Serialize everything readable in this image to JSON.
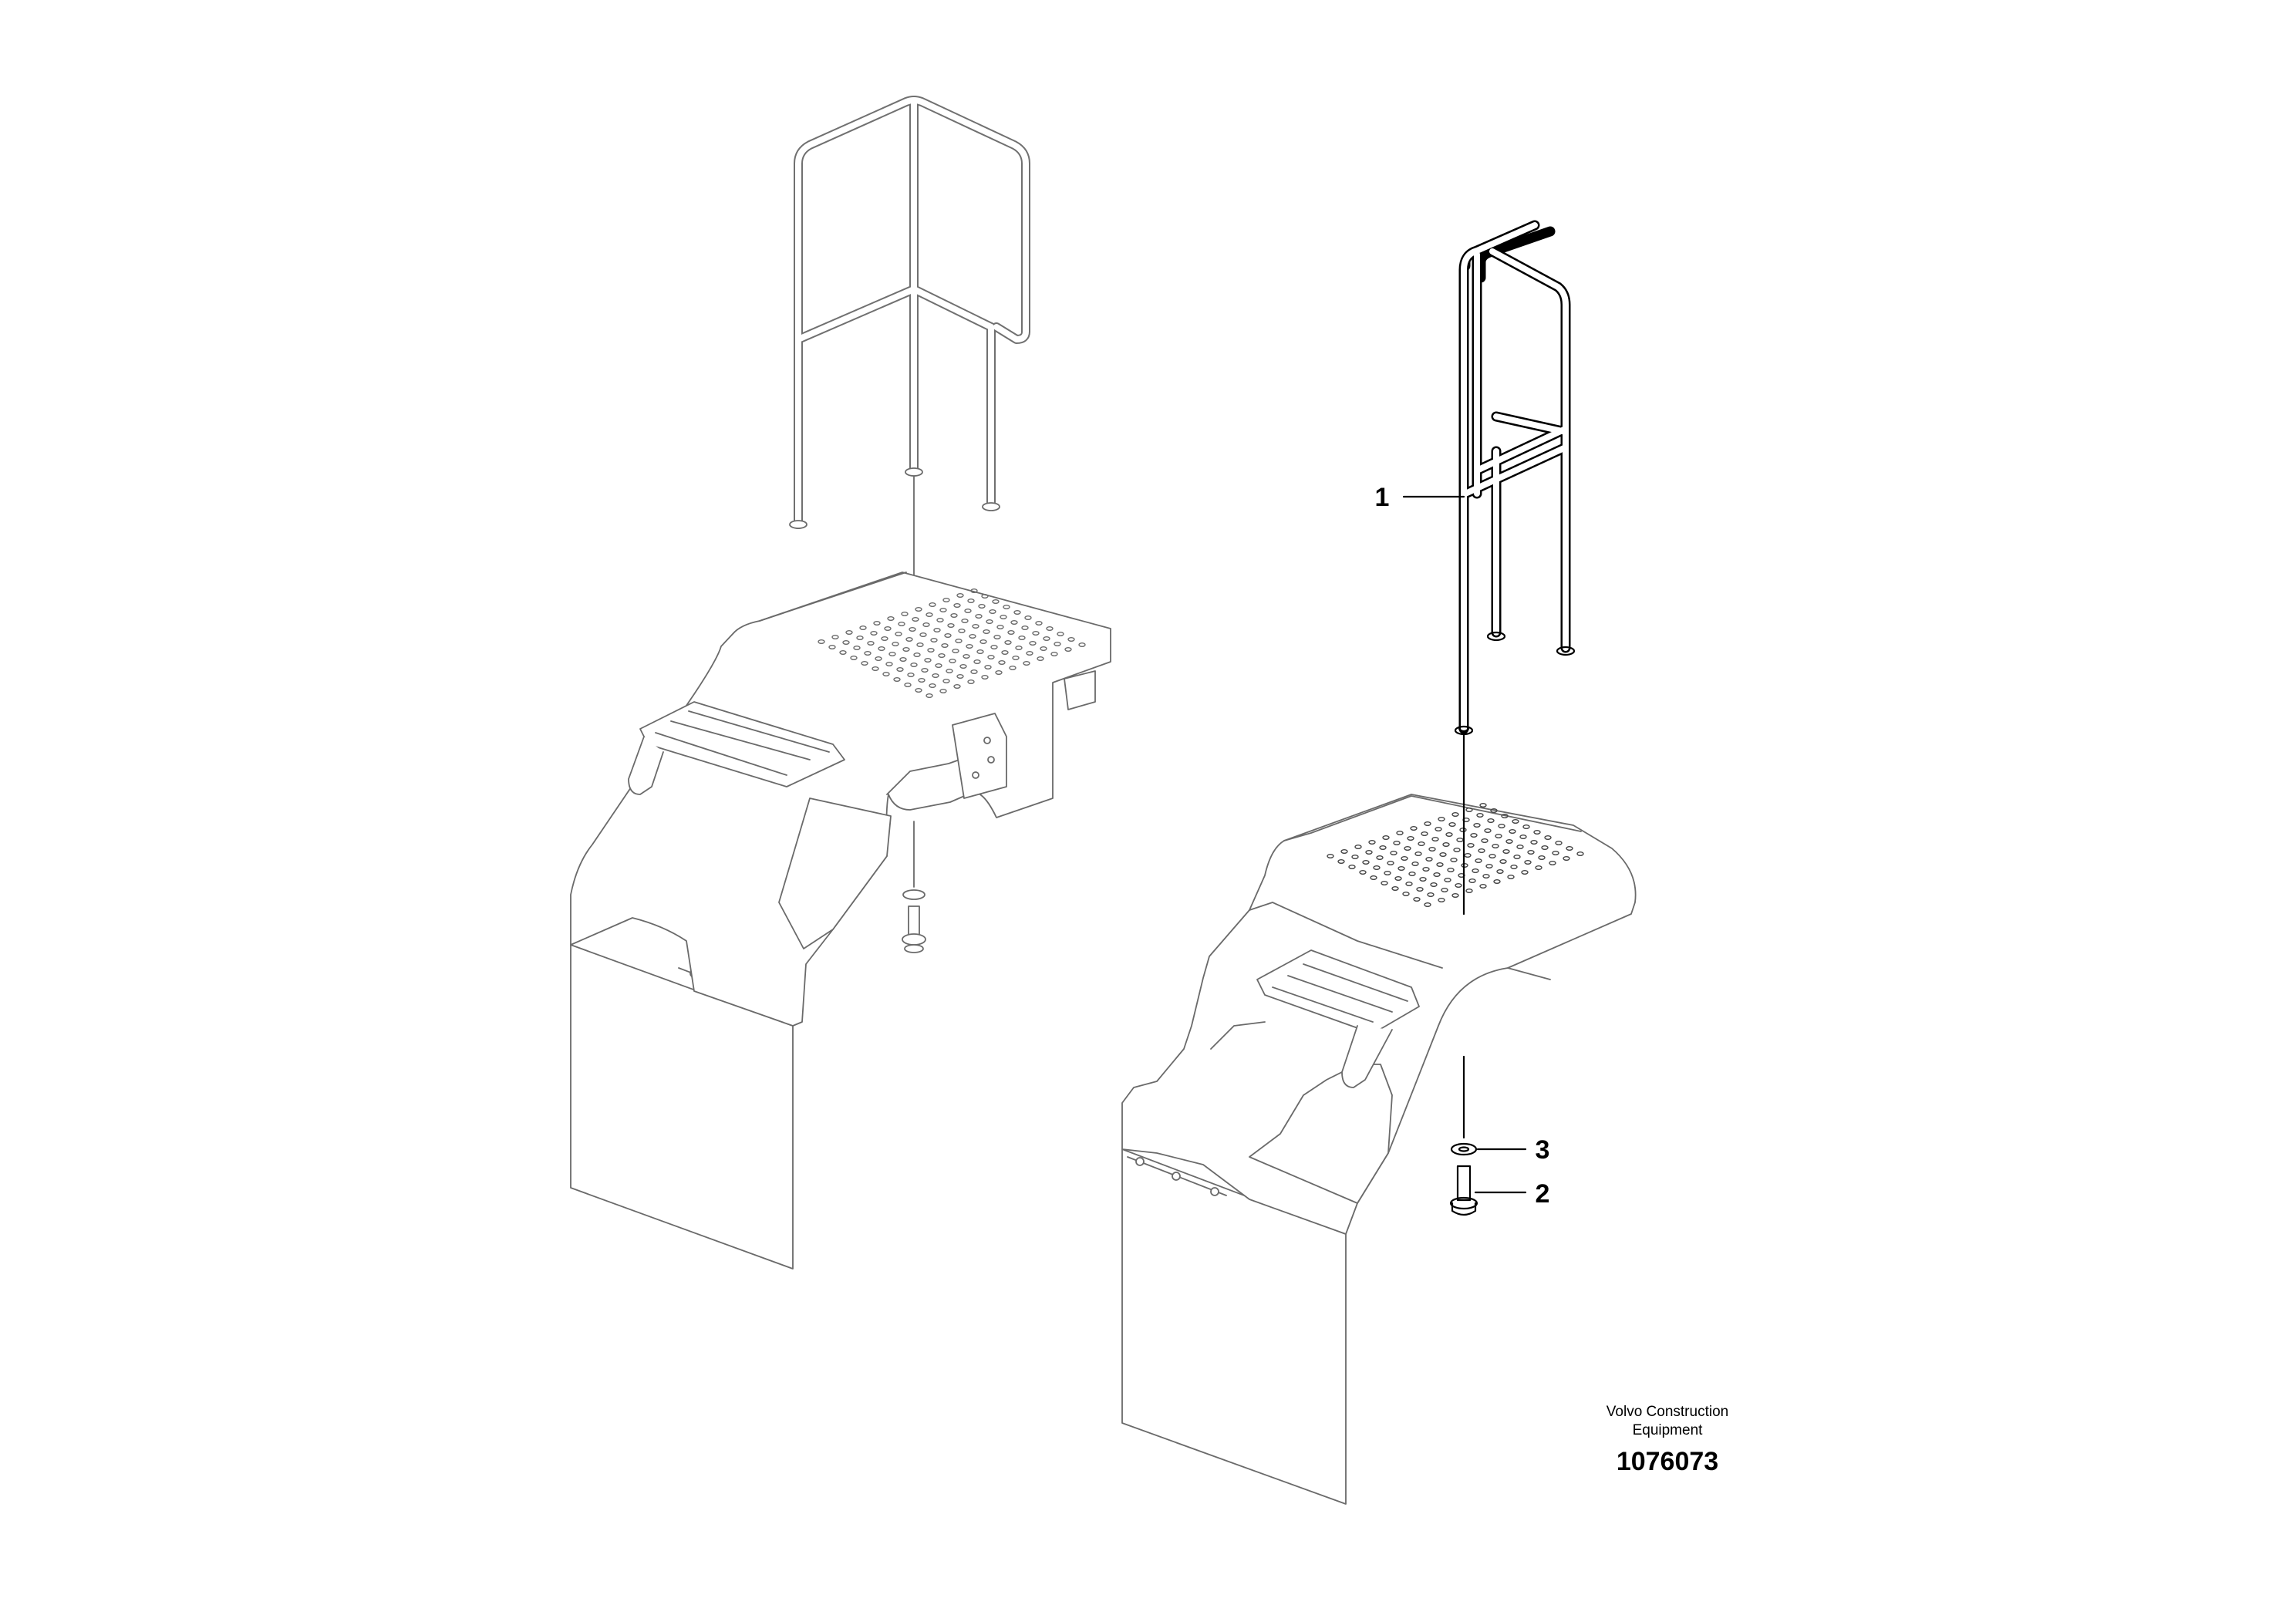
{
  "callouts": [
    {
      "label": "1"
    },
    {
      "label": "2"
    },
    {
      "label": "3"
    }
  ],
  "caption": {
    "line1": "Volvo Construction",
    "line2": "Equipment",
    "number": "1076073"
  },
  "colors": {
    "line": "#000000",
    "ghost_line": "#6a6a6a",
    "background": "#ffffff"
  }
}
